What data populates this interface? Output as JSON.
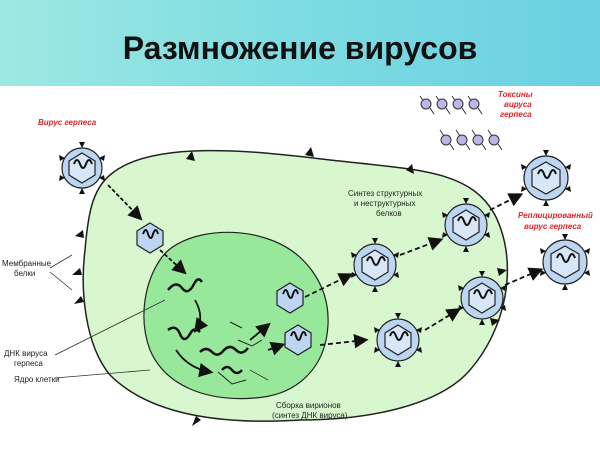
{
  "slide": {
    "title": "Размножение вирусов"
  },
  "labels": {
    "herpes_virus": "Вирус герпеса",
    "toxins_line1": "Токсины",
    "toxins_line2": "вируса",
    "toxins_line3": "герпеса",
    "synthesis_line1": "Синтез структурных",
    "synthesis_line2": "и неструктурных",
    "synthesis_line3": "белков",
    "replicated_line1": "Реплицированный",
    "replicated_line2": "вирус герпеса",
    "membrane_line1": "Мембранные",
    "membrane_line2": "белки",
    "dna_line1": "ДНК вируса",
    "dna_line2": "герпеса",
    "nucleus": "Ядро клетки",
    "assembly_line1": "Сборка вирионов",
    "assembly_line2": "(синтез ДНК вируса)"
  },
  "colors": {
    "cell_fill": "#d9f7cf",
    "nucleus_fill": "#97e89a",
    "virion_fill": "#bcd6f2",
    "label_red": "#d9262a",
    "title_gradient_start": "#9ee8e2",
    "title_gradient_end": "#6ad0e2"
  }
}
